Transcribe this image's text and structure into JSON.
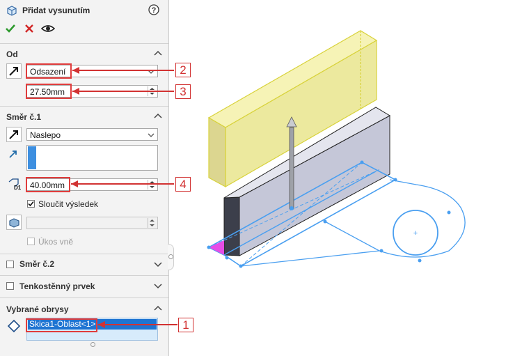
{
  "panel": {
    "title": "Přidat vysunutím",
    "help_icon": "help-icon",
    "ok_icon": "checkmark-icon",
    "cancel_icon": "x-icon",
    "preview_icon": "eye-icon"
  },
  "sections": {
    "od": {
      "title": "Od",
      "start_condition": "Odsazení",
      "offset_value": "27.50mm"
    },
    "smer1": {
      "title": "Směr č.1",
      "end_condition": "Naslepo",
      "depth_value": "40.00mm",
      "merge_label": "Sloučit výsledek",
      "merge_checked": true,
      "draft_label": "Úkos vně",
      "draft_checked": false
    },
    "smer2": {
      "title": "Směr č.2"
    },
    "thin": {
      "title": "Tenkostěnný prvek"
    },
    "contours": {
      "title": "Vybrané obrysy",
      "selected": "Skica1-Oblast<1>"
    }
  },
  "callouts": [
    "1",
    "2",
    "3",
    "4"
  ],
  "colors": {
    "accent_blue": "#1e74d2",
    "callout_red": "#d23232",
    "preview_yellow": "#f3f0a8",
    "sketch_blue": "#4a9ff0"
  }
}
